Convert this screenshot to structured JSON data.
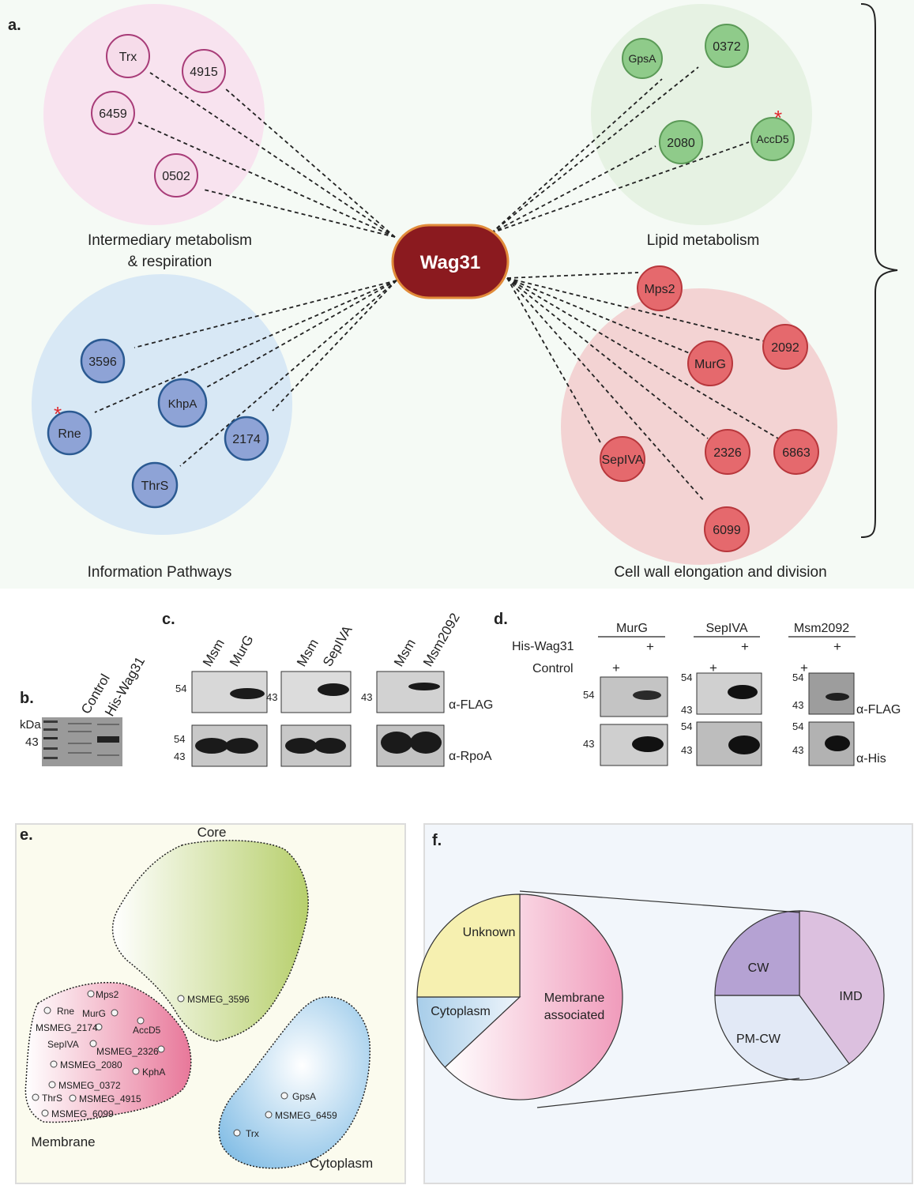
{
  "panel_a": {
    "letter": "a.",
    "hub": "Wag31",
    "groups": [
      {
        "key": "intermediary",
        "label_lines": [
          "Intermediary metabolism",
          "& respiration"
        ],
        "fill": "#f8e3ef",
        "node_fill": "#f6dcea",
        "node_stroke": "#a83c78",
        "nodes": [
          {
            "name": "Trx"
          },
          {
            "name": "4915"
          },
          {
            "name": "6459"
          },
          {
            "name": "0502"
          }
        ]
      },
      {
        "key": "lipid",
        "label_lines": [
          "Lipid metabolism"
        ],
        "fill": "#e6f2e3",
        "node_fill": "#8fcb8a",
        "node_stroke": "#5b9a57",
        "nodes": [
          {
            "name": "GpsA"
          },
          {
            "name": "0372"
          },
          {
            "name": "2080"
          },
          {
            "name": "AccD5",
            "star": true
          }
        ]
      },
      {
        "key": "information",
        "label_lines": [
          "Information Pathways"
        ],
        "fill": "#d8e8f5",
        "node_fill": "#8ea3d6",
        "node_stroke": "#2b5a92",
        "nodes": [
          {
            "name": "3596"
          },
          {
            "name": "KhpA"
          },
          {
            "name": "Rne",
            "star": true
          },
          {
            "name": "2174"
          },
          {
            "name": "ThrS"
          }
        ]
      },
      {
        "key": "cellwall",
        "label_lines": [
          "Cell wall elongation and division"
        ],
        "fill": "#f3d3d3",
        "node_fill": "#e5696d",
        "node_stroke": "#b8373c",
        "nodes": [
          {
            "name": "Mps2"
          },
          {
            "name": "2092"
          },
          {
            "name": "MurG"
          },
          {
            "name": "SepIVA"
          },
          {
            "name": "2326"
          },
          {
            "name": "6863"
          },
          {
            "name": "6099"
          }
        ]
      }
    ]
  },
  "panel_b": {
    "letter": "b.",
    "lanes": [
      "Control",
      "His-Wag31"
    ],
    "unit": "kDa",
    "marker": "43"
  },
  "panel_c": {
    "letter": "c.",
    "blots": [
      {
        "lanes": [
          "Msm",
          "MurG"
        ],
        "marker_top": "54",
        "rpoa_markers": [
          "54",
          "43"
        ]
      },
      {
        "lanes": [
          "Msm",
          "SepIVA"
        ],
        "marker_top": "43",
        "rpoa_markers": []
      },
      {
        "lanes": [
          "Msm",
          "Msm2092"
        ],
        "marker_top": "43",
        "rpoa_markers": []
      }
    ],
    "antibodies": [
      "α-FLAG",
      "α-RpoA"
    ]
  },
  "panel_d": {
    "letter": "d.",
    "row_labels": [
      "His-Wag31",
      "Control"
    ],
    "plus": "+",
    "groups": [
      {
        "title": "MurG",
        "flag_markers": [
          "54"
        ],
        "his_markers": [
          "43"
        ]
      },
      {
        "title": "SepIVA",
        "flag_markers": [
          "54",
          "43"
        ],
        "his_markers": [
          "54",
          "43"
        ]
      },
      {
        "title": "Msm2092",
        "flag_markers": [
          "54",
          "43"
        ],
        "his_markers": [
          "54",
          "43"
        ]
      }
    ],
    "antibodies": [
      "α-FLAG",
      "α-His"
    ]
  },
  "panel_e": {
    "letter": "e.",
    "regions": [
      {
        "name": "Core",
        "fill": "#bcd47a"
      },
      {
        "name": "Membrane",
        "fill": "#e9809f"
      },
      {
        "name": "Cytoplasm",
        "fill": "#8fc3e8"
      }
    ],
    "points": [
      "MSMEG_3596",
      "Mps2",
      "Rne",
      "MurG",
      "MSMEG_2174",
      "AccD5",
      "SepIVA",
      "MSMEG_2326",
      "MSMEG_2080",
      "KphA",
      "MSMEG_0372",
      "ThrS",
      "MSMEG_4915",
      "MSMEG_6099",
      "GpsA",
      "MSMEG_6459",
      "Trx"
    ]
  },
  "panel_f": {
    "letter": "f.",
    "pie_main": [
      {
        "label": "Unknown",
        "fraction": 0.25,
        "color": "#f6f0b0"
      },
      {
        "label": "Cytoplasm",
        "fraction": 0.12,
        "color": "#b7d7ee"
      },
      {
        "label_lines": [
          "Membrane",
          "associated"
        ],
        "fraction": 0.63,
        "color": "#f3a6c2"
      }
    ],
    "pie_sub": [
      {
        "label": "IMD",
        "fraction": 0.4,
        "color": "#dcc0df"
      },
      {
        "label": "PM-CW",
        "fraction": 0.35,
        "color": "#e2e9f6"
      },
      {
        "label": "CW",
        "fraction": 0.25,
        "color": "#b5a2d3"
      }
    ]
  }
}
